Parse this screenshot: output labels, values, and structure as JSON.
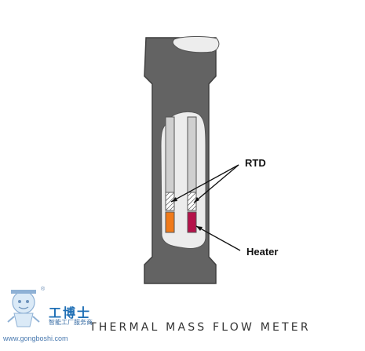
{
  "diagram": {
    "labels": {
      "rtd": "RTD",
      "heater": "Heater"
    },
    "caption": "THERMAL MASS FLOW METER",
    "colors": {
      "body": "#636363",
      "cutaway": "#ececec",
      "tube": "#d0d0d0",
      "rtd_sensor": "#f07a1a",
      "heater_element": "#b5124a"
    }
  },
  "watermark": {
    "brand": "工博士",
    "tagline": "智能工厂服务商",
    "url": "www.gongboshi.com",
    "registered_mark": "®"
  }
}
